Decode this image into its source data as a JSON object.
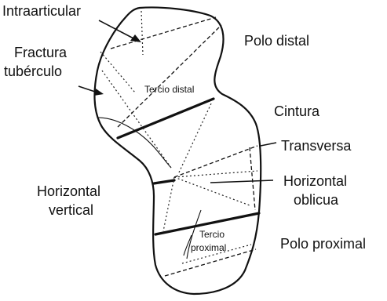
{
  "labels": {
    "intraarticular": "Intraarticular",
    "fractura": "Fractura",
    "tuberculo": "tubérculo",
    "polo_distal": "Polo distal",
    "cintura": "Cintura",
    "transversa": "Transversa",
    "horizontal_oblicua_1": "Horizontal",
    "horizontal_oblicua_2": "oblicua",
    "horizontal_vertical_1": "Horizontal",
    "horizontal_vertical_2": "vertical",
    "polo_proximal": "Polo proximal",
    "tercio_distal": "Tercio distal",
    "tercio_proximal_1": "Tercio",
    "tercio_proximal_2": "proximal"
  }
}
